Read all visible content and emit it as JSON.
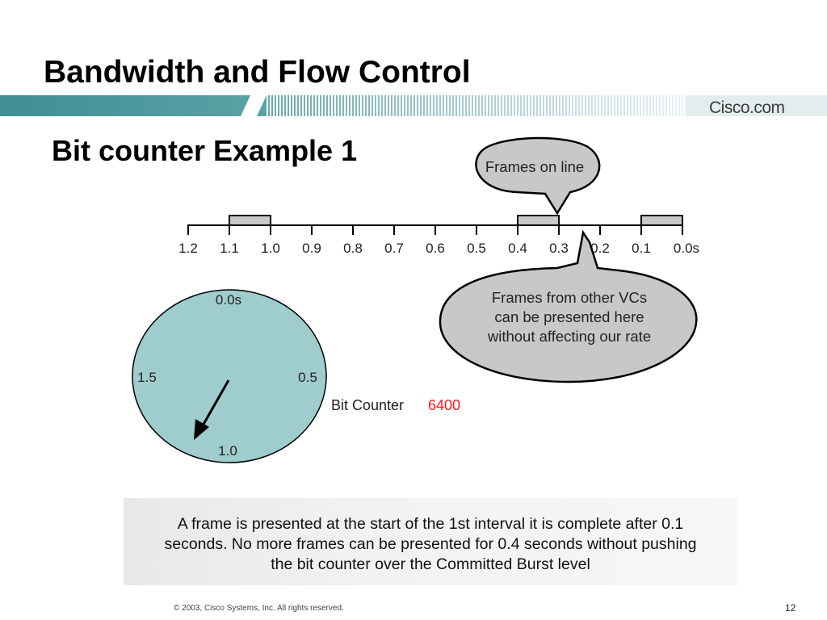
{
  "header": {
    "title": "Bandwidth and Flow Control",
    "brand": "Cisco.com",
    "subtitle": "Bit counter Example 1"
  },
  "timeline": {
    "ticks": [
      "1.2",
      "1.1",
      "1.0",
      "0.9",
      "0.8",
      "0.7",
      "0.6",
      "0.5",
      "0.4",
      "0.3",
      "0.2",
      "0.1",
      "0.0s"
    ],
    "frames_on_line_label": "Frames on line",
    "other_vcs_label": [
      "Frames from other VCs",
      "can be presented here",
      "without affecting our rate"
    ]
  },
  "dial": {
    "top_label": "0.0s",
    "left_label": "1.5",
    "right_label": "0.5",
    "bottom_label": "1.0",
    "fill_color": "#9fcccc"
  },
  "bit_counter": {
    "label": "Bit Counter",
    "value": "6400",
    "value_color": "#ff1a1a"
  },
  "caption": [
    "A frame is presented at the start of the 1st interval it is complete after 0.1",
    "seconds.  No more frames can be presented for 0.4 seconds without pushing",
    "the bit counter over the Committed Burst level"
  ],
  "footer": {
    "copyright": "© 2003, Cisco Systems, Inc. All rights reserved.",
    "page": "12"
  }
}
